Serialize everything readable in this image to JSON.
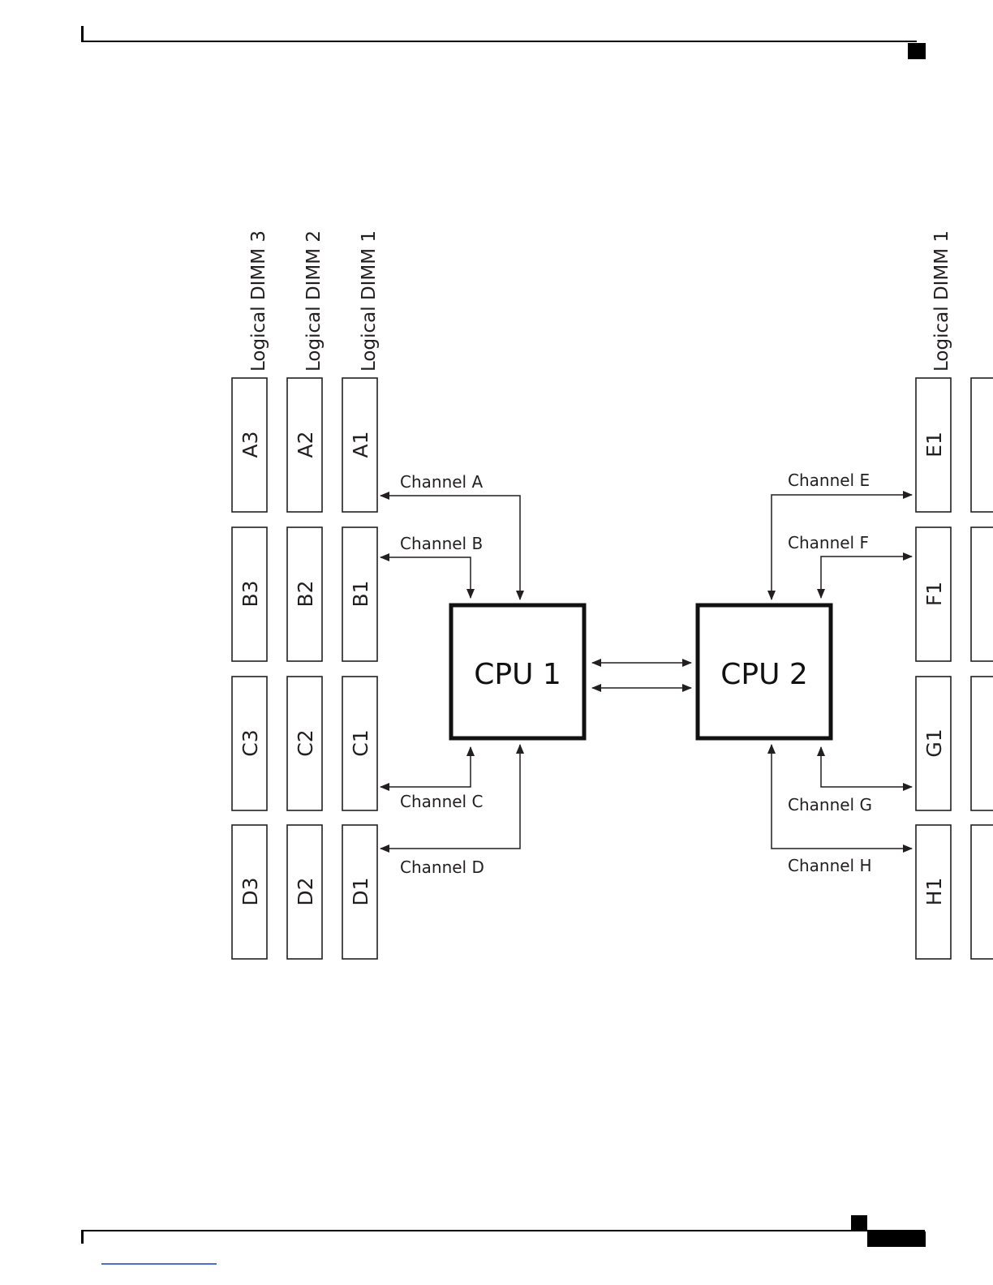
{
  "diagram": {
    "cpus": [
      {
        "id": "cpu1",
        "label": "CPU 1"
      },
      {
        "id": "cpu2",
        "label": "CPU 2"
      }
    ],
    "column_labels_left": [
      "Logical DIMM 3",
      "Logical DIMM 2",
      "Logical DIMM 1"
    ],
    "column_labels_right": [
      "Logical DIMM 1"
    ],
    "left_slots": {
      "col3": [
        "A3",
        "B3",
        "C3",
        "D3"
      ],
      "col2": [
        "A2",
        "B2",
        "C2",
        "D2"
      ],
      "col1": [
        "A1",
        "B1",
        "C1",
        "D1"
      ]
    },
    "right_slots": {
      "col1": [
        "E1",
        "F1",
        "G1",
        "H1"
      ]
    },
    "channels": {
      "cpu1": [
        "Channel A",
        "Channel B",
        "Channel C",
        "Channel D"
      ],
      "cpu2": [
        "Channel E",
        "Channel F",
        "Channel G",
        "Channel H"
      ]
    },
    "links": [
      {
        "from": "cpu1",
        "to": "cpu2"
      },
      {
        "from": "cpu1",
        "to": "cpu2"
      }
    ]
  }
}
